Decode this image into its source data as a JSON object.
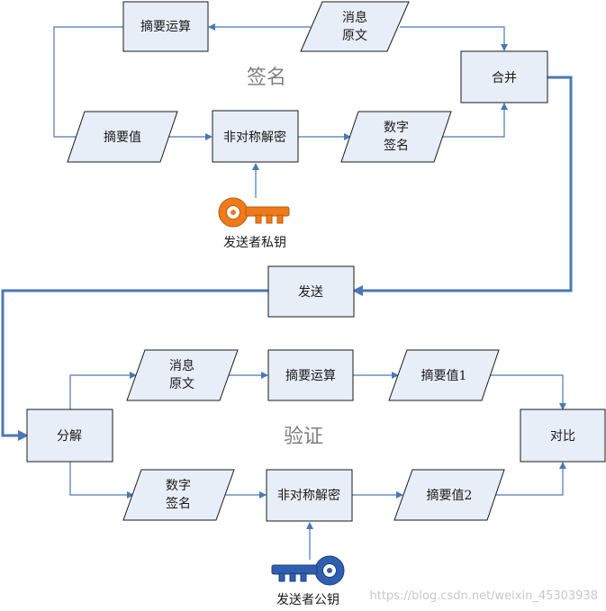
{
  "signing": {
    "title": "签名",
    "digest_op": "摘要运算",
    "message": [
      "消息",
      "原文"
    ],
    "merge": "合并",
    "digest_value": "摘要值",
    "asym_decrypt": "非对称解密",
    "signature": [
      "数字",
      "签名"
    ],
    "key_label": "发送者私钥",
    "key_color": "#f07a1a"
  },
  "send": "发送",
  "verify": {
    "title": "验证",
    "split": "分解",
    "message": [
      "消息",
      "原文"
    ],
    "digest_op": "摘要运算",
    "digest_value_1": "摘要值1",
    "compare": "对比",
    "signature": [
      "数字",
      "签名"
    ],
    "asym_decrypt": "非对称解密",
    "digest_value_2": "摘要值2",
    "key_label": "发送者公钥",
    "key_color": "#2f5fb0"
  },
  "watermark": "https://blog.csdn.net/weixin_45303938",
  "colors": {
    "box_fill": "#e8eef8",
    "connector": "#4a78b6",
    "title_gray": "#7f7f7f"
  }
}
